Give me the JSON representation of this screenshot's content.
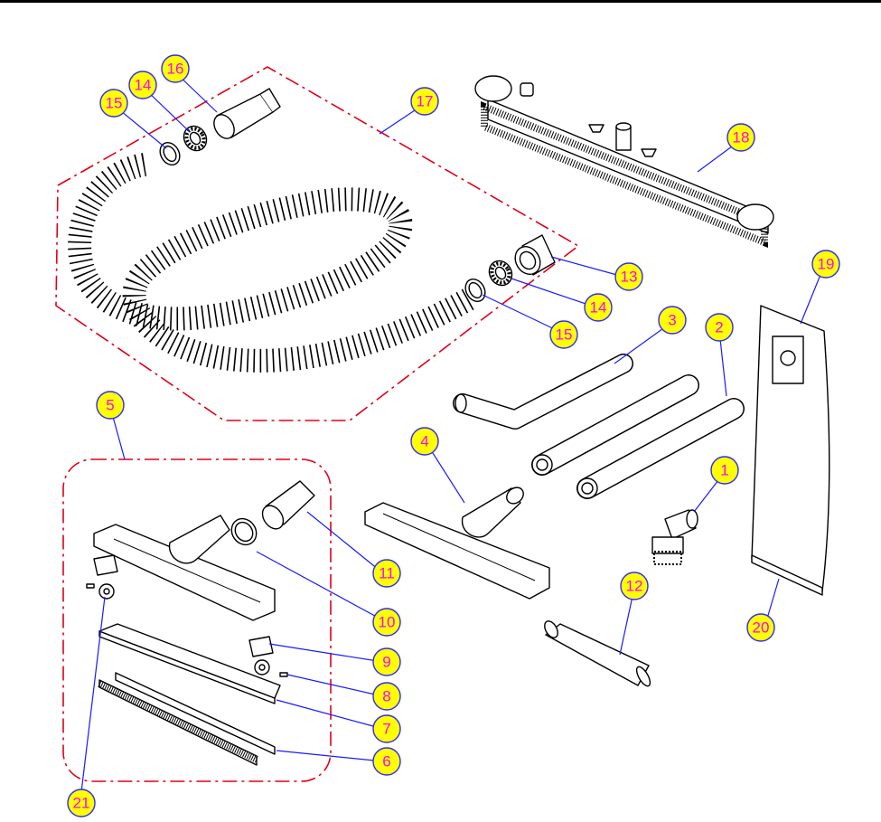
{
  "diagram": {
    "kind": "exploded-parts-view",
    "colors": {
      "callout_fill": "#ffff00",
      "callout_text": "#ff00ff",
      "callout_ring": "#2b2bff",
      "leader": "#1a1aff",
      "group_outline": "#e0001a",
      "parts": "#000000"
    },
    "callouts": [
      {
        "id": "c16",
        "label": "16"
      },
      {
        "id": "c14a",
        "label": "14"
      },
      {
        "id": "c15a",
        "label": "15"
      },
      {
        "id": "c17",
        "label": "17"
      },
      {
        "id": "c18",
        "label": "18"
      },
      {
        "id": "c13",
        "label": "13"
      },
      {
        "id": "c14b",
        "label": "14"
      },
      {
        "id": "c15b",
        "label": "15"
      },
      {
        "id": "c19",
        "label": "19"
      },
      {
        "id": "c3",
        "label": "3"
      },
      {
        "id": "c2",
        "label": "2"
      },
      {
        "id": "c5",
        "label": "5"
      },
      {
        "id": "c4",
        "label": "4"
      },
      {
        "id": "c1",
        "label": "1"
      },
      {
        "id": "c11",
        "label": "11"
      },
      {
        "id": "c12",
        "label": "12"
      },
      {
        "id": "c10",
        "label": "10"
      },
      {
        "id": "c20",
        "label": "20"
      },
      {
        "id": "c9",
        "label": "9"
      },
      {
        "id": "c8",
        "label": "8"
      },
      {
        "id": "c7",
        "label": "7"
      },
      {
        "id": "c6",
        "label": "6"
      },
      {
        "id": "c21",
        "label": "21"
      }
    ]
  }
}
